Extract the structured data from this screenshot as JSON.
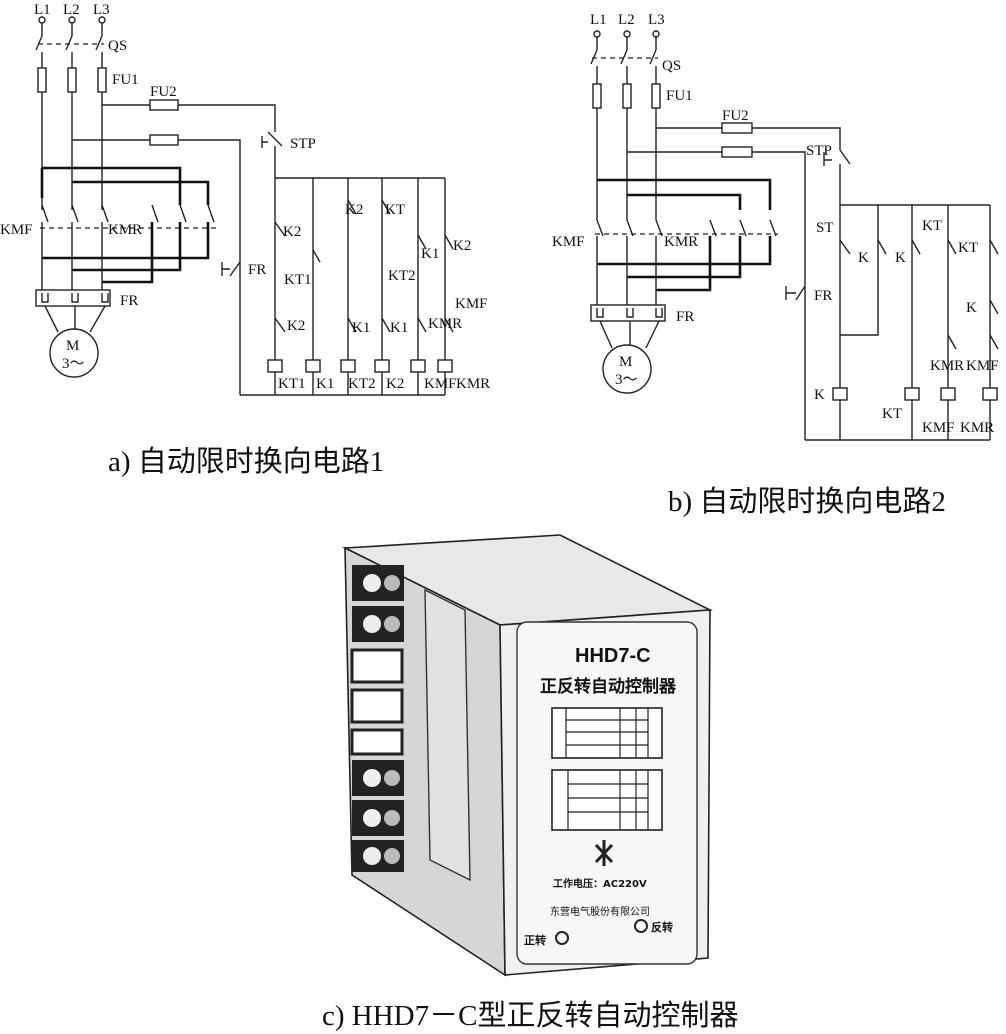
{
  "captions": {
    "a": "a) 自动限时换向电路1",
    "b": "b) 自动限时换向电路2",
    "c": "c) HHD7－C型正反转自动控制器"
  },
  "circuit_a": {
    "phases": [
      "L1",
      "L2",
      "L3"
    ],
    "labels": {
      "qs": "QS",
      "fu1": "FU1",
      "fu2": "FU2",
      "stp": "STP",
      "kmf": "KMF",
      "kmr": "KMR",
      "fr": "FR",
      "motor": "M",
      "motor_sub": "3～",
      "k2": "K2",
      "kt": "KT",
      "k1": "K1",
      "kt1": "KT1",
      "kt2": "KT2"
    },
    "coils": [
      "KT1",
      "K1",
      "KT2",
      "K2",
      "KMF",
      "KMR"
    ]
  },
  "circuit_b": {
    "phases": [
      "L1",
      "L2",
      "L3"
    ],
    "labels": {
      "qs": "QS",
      "fu1": "FU1",
      "fu2": "FU2",
      "stp": "STP",
      "st": "ST",
      "kmf": "KMF",
      "kmr": "KMR",
      "fr": "FR",
      "motor": "M",
      "motor_sub": "3～",
      "k": "K",
      "kt": "KT"
    },
    "coils": [
      "K",
      "KT",
      "KMF",
      "KMR"
    ]
  },
  "device": {
    "model": "HHD7-C",
    "name": "正反转自动控制器",
    "voltage": "工作电压：AC220V",
    "maker": "东营电气股份有限公司",
    "indicator_left": "正转",
    "indicator_right": "反转"
  }
}
